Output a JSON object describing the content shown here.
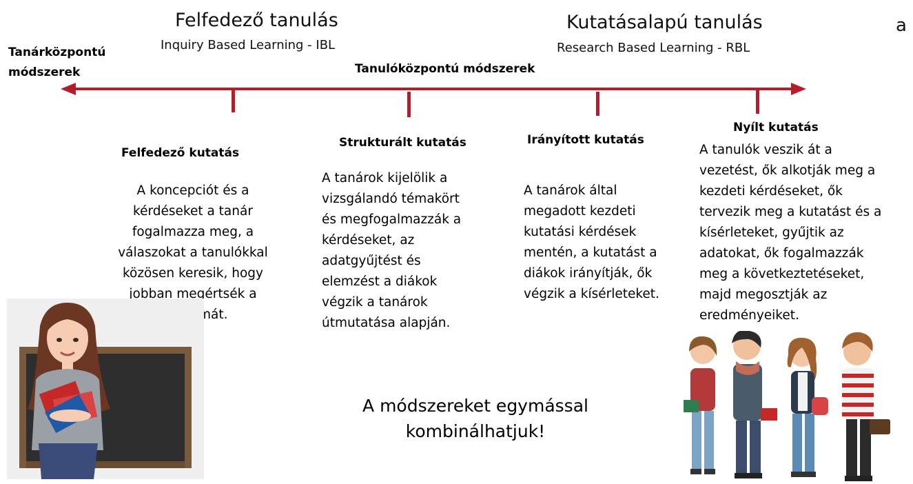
{
  "top": {
    "discovery_title": "Felfedező tanulás",
    "discovery_subtitle": "Inquiry Based Learning - IBL",
    "research_title": "Kutatásalapú tanulás",
    "research_subtitle": "Research Based Learning - RBL",
    "edge_fragment": "a"
  },
  "axis": {
    "left_label_line1": "Tanárközpontú",
    "left_label_line2": "módszerek",
    "center_label": "Tanulóközpontú módszerek",
    "color": "#b71c2b"
  },
  "columns": [
    {
      "title": "Felfedező kutatás",
      "lines": [
        "A koncepciót és a",
        "kérdéseket a tanár",
        "fogalmazza meg, a",
        "válaszokat a tanulókkal",
        "közösen keresik, hogy",
        "jobban megértsék a",
        "problémát."
      ]
    },
    {
      "title": "Strukturált kutatás",
      "lines": [
        "A tanárok kijelölik a",
        "vizsgálandó témakört",
        "és megfogalmazzák a",
        "kérdéseket, az",
        "adatgyűjtést és",
        "elemzést a diákok",
        "végzik a tanárok",
        "útmutatása alapján."
      ]
    },
    {
      "title": "Irányított kutatás",
      "lines": [
        "A tanárok által",
        "megadott kezdeti",
        "kutatási kérdések",
        "mentén, a kutatást a",
        "diákok irányítják, ők",
        "végzik a kísérleteket."
      ]
    },
    {
      "title": "Nyílt kutatás",
      "lines": [
        "A tanulók veszik át a",
        "vezetést, ők alkotják meg a",
        "kezdeti kérdéseket, ők",
        "tervezik meg a kutatást és a",
        "kísérleteket, gyűjtik az",
        "adatokat, ők fogalmazzák",
        "meg a következtetéseket,",
        "majd megosztják az",
        "eredményeiket."
      ]
    }
  ],
  "closing": {
    "line1": "A módszereket egymással",
    "line2": "kombinálhatjuk!"
  }
}
